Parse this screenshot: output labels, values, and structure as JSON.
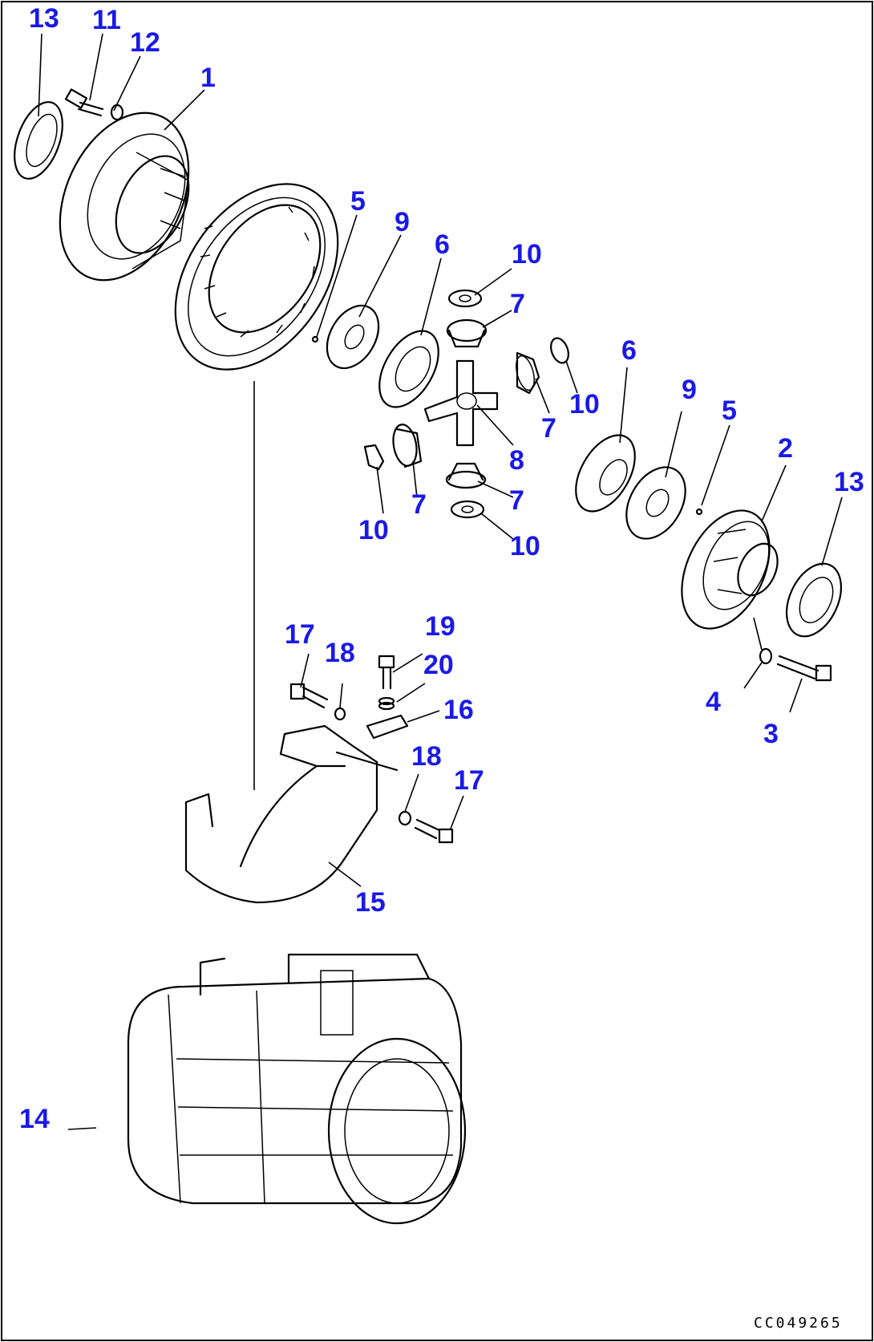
{
  "callouts": {
    "c1": "1",
    "c2": "2",
    "c3": "3",
    "c4": "4",
    "c5a": "5",
    "c5b": "5",
    "c6a": "6",
    "c6b": "6",
    "c7a": "7",
    "c7b": "7",
    "c7c": "7",
    "c7d": "7",
    "c8": "8",
    "c9a": "9",
    "c9b": "9",
    "c10a": "10",
    "c10b": "10",
    "c10c": "10",
    "c10d": "10",
    "c11": "11",
    "c12": "12",
    "c13a": "13",
    "c13b": "13",
    "c14": "14",
    "c15": "15",
    "c16": "16",
    "c17a": "17",
    "c17b": "17",
    "c18a": "18",
    "c18b": "18",
    "c19": "19",
    "c20": "20"
  },
  "drawing_code": "CC049265",
  "colors": {
    "callout": "#1a1ae6",
    "line": "#000000",
    "background": "#ffffff"
  }
}
